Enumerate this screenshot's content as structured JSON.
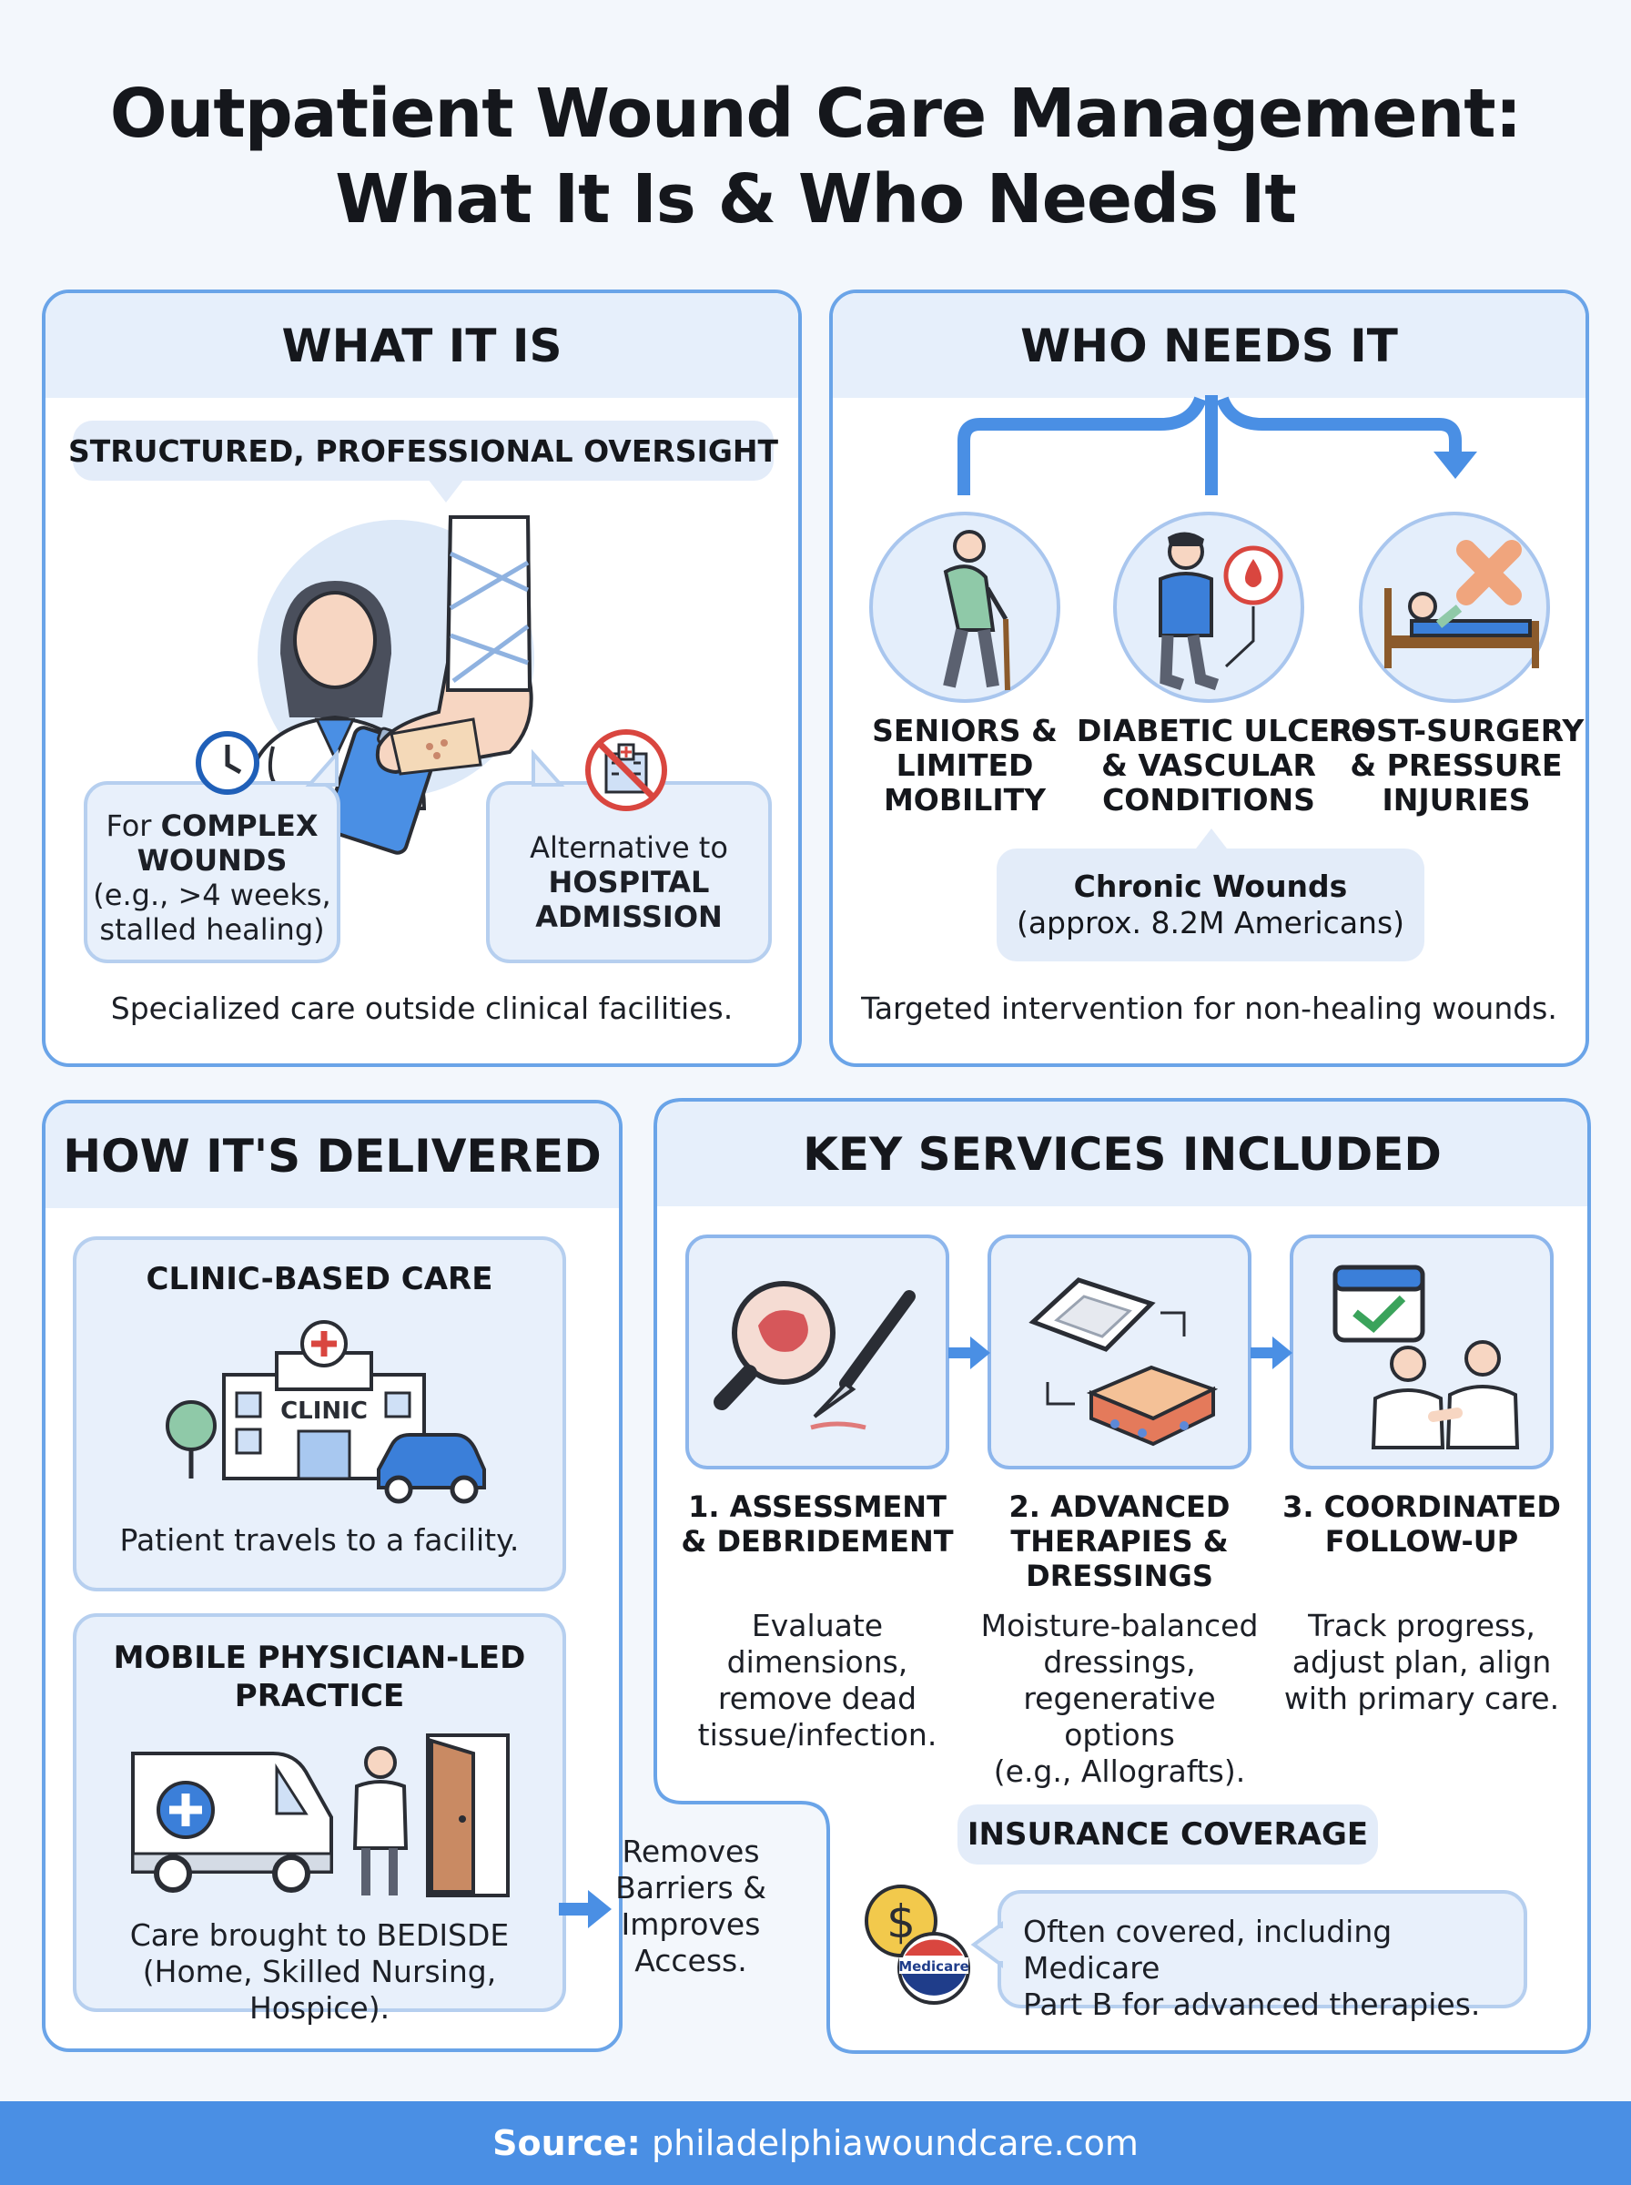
{
  "title": {
    "line1": "Outpatient Wound Care Management:",
    "line2": "What It Is & Who Needs It"
  },
  "what_it_is": {
    "heading": "WHAT IT IS",
    "banner": "STRUCTURED, PROFESSIONAL OVERSIGHT",
    "complex_pre": "For",
    "complex_bold_1": "COMPLEX",
    "complex_bold_2": "WOUNDS",
    "complex_detail_1": "(e.g., >4 weeks,",
    "complex_detail_2": "stalled healing)",
    "alt_pre": "Alternative to",
    "alt_bold_1": "HOSPITAL",
    "alt_bold_2": "ADMISSION",
    "footer": "Specialized care outside clinical facilities."
  },
  "who_needs_it": {
    "heading": "WHO NEEDS IT",
    "groups": [
      {
        "line1": "SENIORS &",
        "line2": "LIMITED",
        "line3": "MOBILITY"
      },
      {
        "line1": "DIABETIC ULCERS",
        "line2": "& VASCULAR",
        "line3": "CONDITIONS"
      },
      {
        "line1": "POST-SURGERY",
        "line2": "& PRESSURE",
        "line3": "INJURIES"
      }
    ],
    "chronic_title": "Chronic Wounds",
    "chronic_detail": "(approx. 8.2M Americans)",
    "footer": "Targeted intervention for non-healing wounds."
  },
  "how_delivered": {
    "heading": "HOW IT'S DELIVERED",
    "clinic_title": "CLINIC-BASED CARE",
    "clinic_sign": "CLINIC",
    "clinic_desc": "Patient travels to a facility.",
    "mobile_title_1": "MOBILE PHYSICIAN-LED",
    "mobile_title_2": "PRACTICE",
    "mobile_desc_1": "Care brought to BEDISDE",
    "mobile_desc_2": "(Home, Skilled Nursing, Hospice).",
    "outcome_1": "Removes",
    "outcome_2": "Barriers &",
    "outcome_3": "Improves",
    "outcome_4": "Access."
  },
  "key_services": {
    "heading": "KEY SERVICES INCLUDED",
    "services": [
      {
        "t1": "1. ASSESSMENT",
        "t2": "& DEBRIDEMENT",
        "t3": "",
        "d1": "Evaluate",
        "d2": "dimensions,",
        "d3": "remove dead",
        "d4": "tissue/infection."
      },
      {
        "t1": "2. ADVANCED",
        "t2": "THERAPIES &",
        "t3": "DRESSINGS",
        "d1": "Moisture-balanced",
        "d2": "dressings,",
        "d3": "regenerative options",
        "d4": "(e.g., Allografts)."
      },
      {
        "t1": "3. COORDINATED",
        "t2": "FOLLOW-UP",
        "t3": "",
        "d1": "Track progress,",
        "d2": "adjust plan, align",
        "d3": "with primary care.",
        "d4": ""
      }
    ],
    "insurance_heading": "INSURANCE COVERAGE",
    "insurance_badge": "Medicare",
    "insurance_text_1": "Often covered, including Medicare",
    "insurance_text_2": "Part B for advanced therapies."
  },
  "source": {
    "label": "Source:",
    "value": "philadelphiawoundcare.com"
  },
  "colors": {
    "accent_blue": "#4a8fe4",
    "panel_border": "#6aa4e8",
    "panel_head": "#e6effb",
    "card_fill": "#e8f0fb",
    "alert_red": "#d9463f"
  }
}
